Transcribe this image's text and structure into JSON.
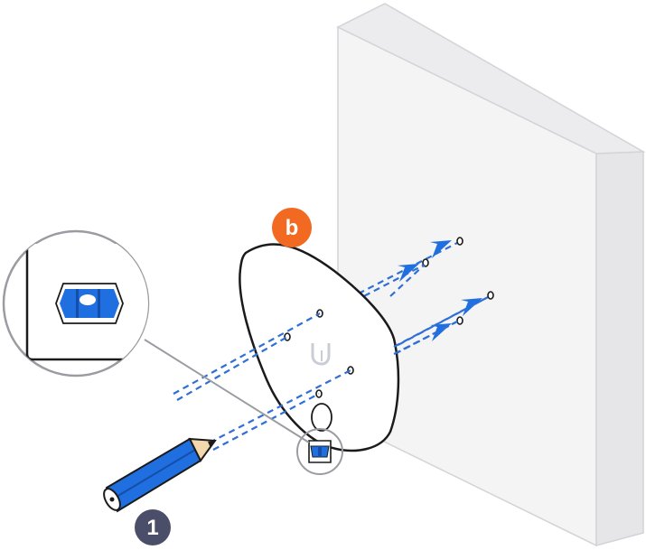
{
  "step_badge": {
    "label": "1",
    "color": "#4a4e69"
  },
  "part_badge": {
    "label": "b",
    "color": "#f26a21"
  },
  "template_logo": {
    "label": "U"
  },
  "colors": {
    "wall_front": "#f4f4f5",
    "wall_side": "#e9e9eb",
    "wall_edge": "#cfcfd3",
    "guide_line": "#2f6fd6",
    "arrow": "#1f6fe0",
    "pencil_body": "#1f6fe0",
    "level_vial": "#1f6fe0",
    "outline": "#1b1b1b"
  },
  "icons": {
    "pencil": "pencil-icon",
    "level": "bubble-level-icon",
    "magnifier": "magnifier-circle"
  }
}
